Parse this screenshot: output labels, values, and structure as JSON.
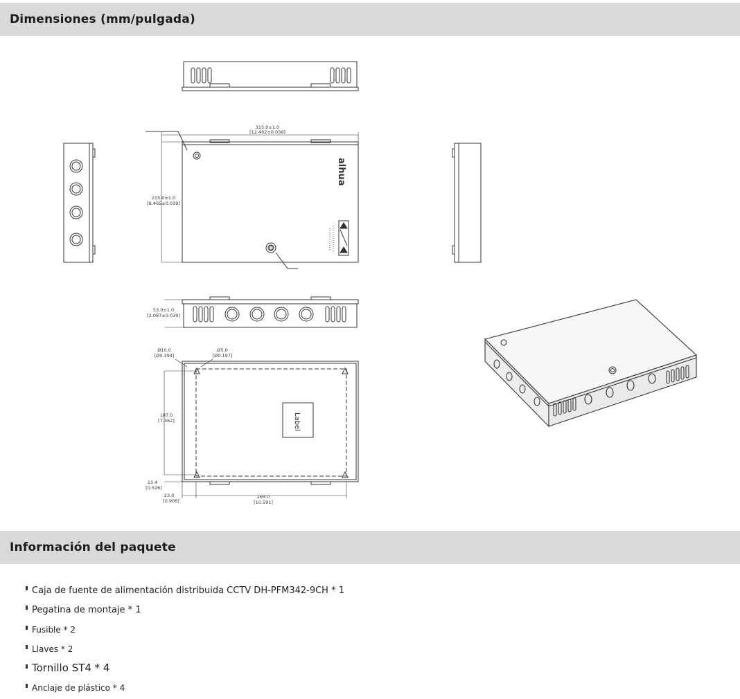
{
  "sections": {
    "dimensions_title": "Dimensiones (mm/pulgada)",
    "package_title": "Información del paquete"
  },
  "drawing": {
    "width_dim": "315.0±1.0",
    "width_dim_in": "[12.402±0.039]",
    "height_dim": "215.0±1.0",
    "height_dim_in": "[8.465±0.039]",
    "depth_dim": "53.0±1.0",
    "depth_dim_in": "[2.087±0.039]",
    "hole1_dim": "Ø10.0",
    "hole1_dim_in": "[Ø0.394]",
    "hole2_dim": "Ø5.0",
    "hole2_dim_in": "[Ø0.197]",
    "mount_h_dim": "187.0",
    "mount_h_dim_in": "[7.362]",
    "bottom_off_dim": "13.4",
    "bottom_off_dim_in": "[0.526]",
    "left_off_dim": "23.0",
    "left_off_dim_in": "[0.906]",
    "mount_w_dim": "269.0",
    "mount_w_dim_in": "[10.591]",
    "label_text": "Label",
    "logo_text": "alhua"
  },
  "package_items": [
    {
      "text": "Caja de fuente de alimentación distribuida CCTV DH-PFM342-9CH * 1"
    },
    {
      "text": "Pegatina de montaje * 1"
    },
    {
      "text": "Fusible * 2"
    },
    {
      "text": "Llaves * 2"
    },
    {
      "text": "Tornillo ST4 * 4"
    },
    {
      "text": "Anclaje de plástico * 4"
    }
  ]
}
